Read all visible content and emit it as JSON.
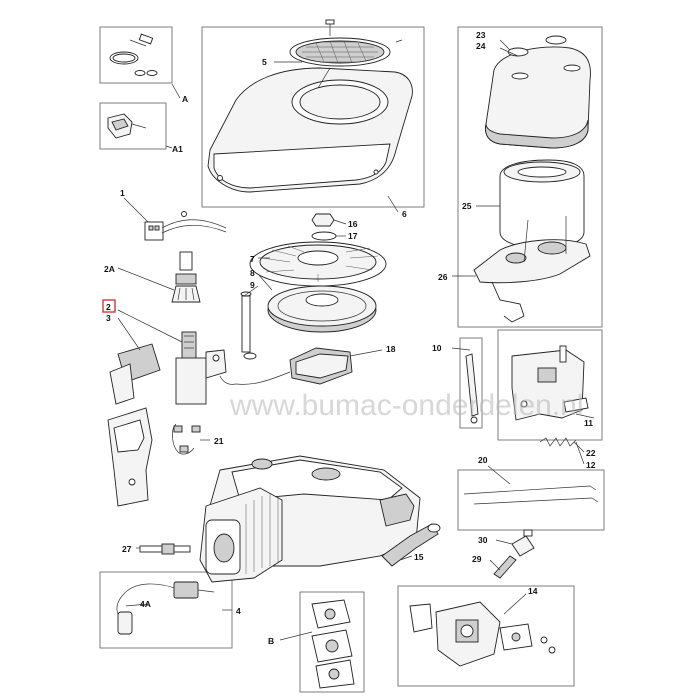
{
  "watermark": "www.bumac-onderdelen.nl",
  "highlight_color": "#d6262b",
  "labels": {
    "l1": "1",
    "l2": "2",
    "l2A": "2A",
    "l3": "3",
    "l4": "4",
    "l4A": "4A",
    "l5": "5",
    "l6": "6",
    "l7": "7",
    "l8": "8",
    "l9": "9",
    "l10": "10",
    "l11": "11",
    "l12": "12",
    "l14": "14",
    "l15": "15",
    "l16": "16",
    "l17": "17",
    "l18": "18",
    "l20": "20",
    "l21": "21",
    "l22": "22",
    "l23": "23",
    "l24": "24",
    "l25": "25",
    "l26": "26",
    "l27": "27",
    "l29": "29",
    "l30": "30",
    "lA": "A",
    "lA1": "A1",
    "lB": "B"
  }
}
